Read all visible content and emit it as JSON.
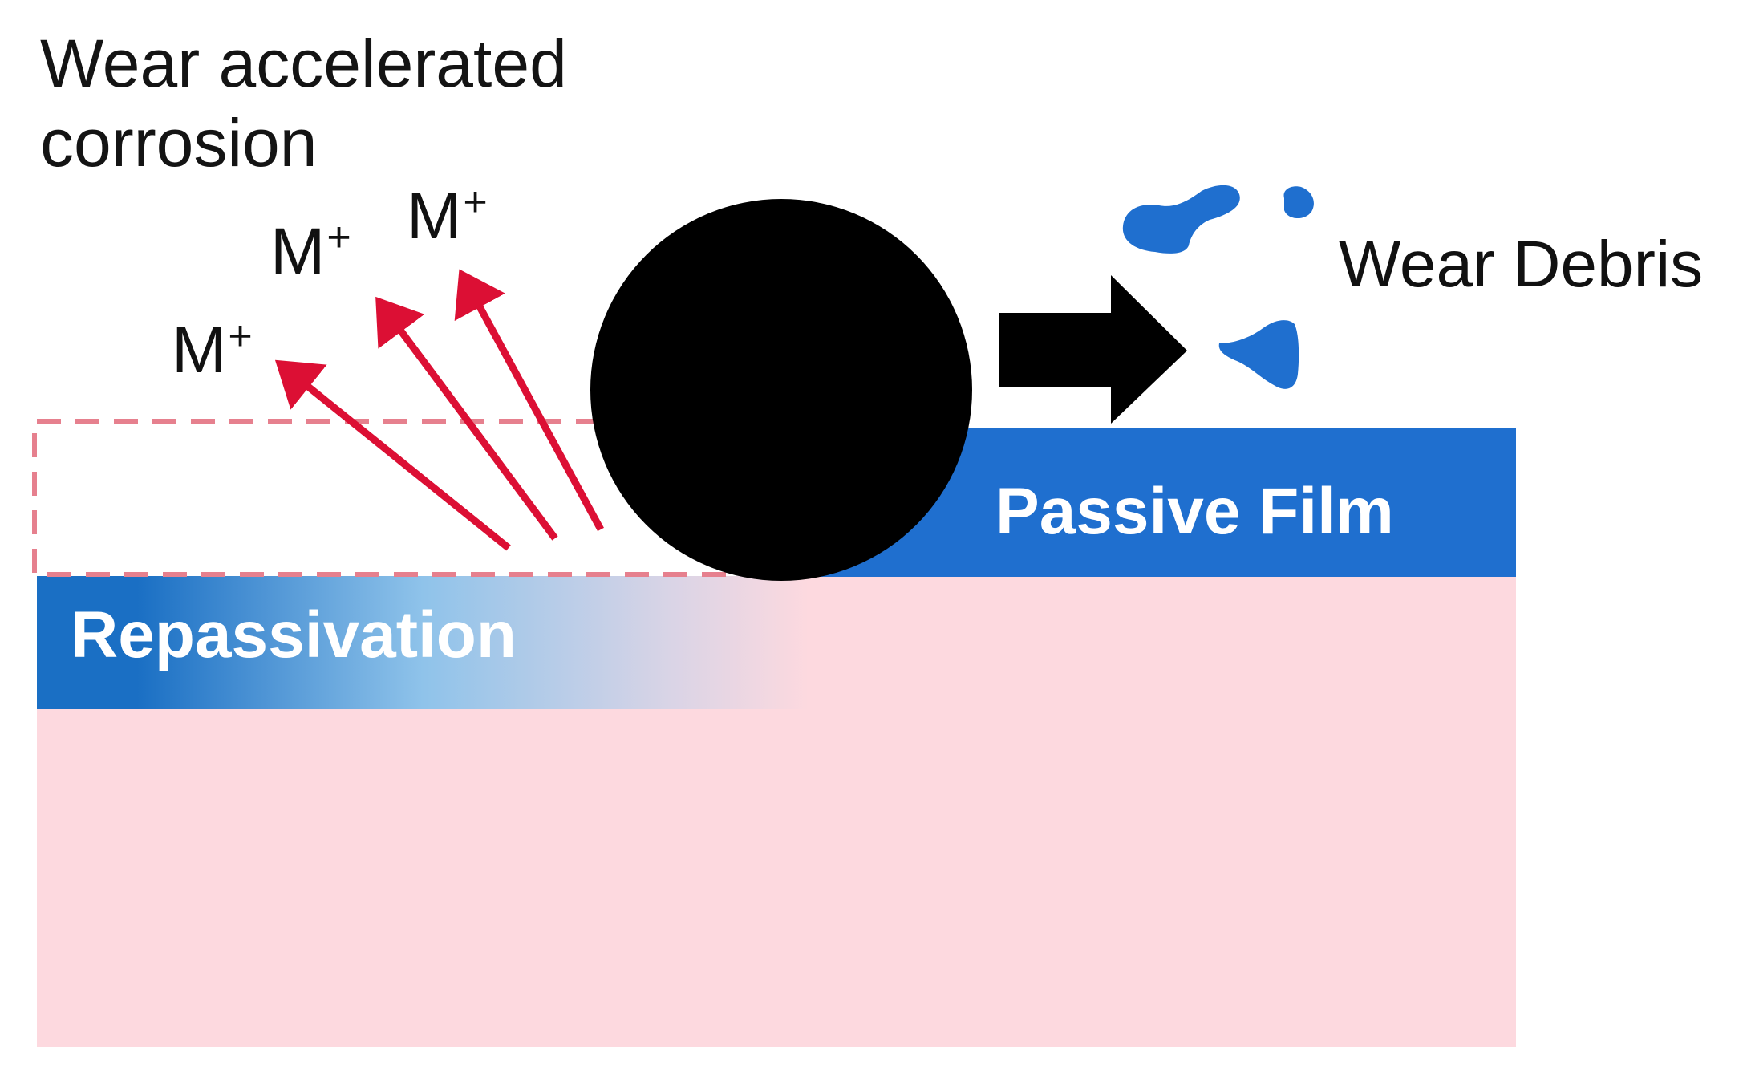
{
  "title": "Wear accelerated\ncorrosion",
  "ions": [
    {
      "label": "M",
      "charge": "+"
    },
    {
      "label": "M",
      "charge": "+"
    },
    {
      "label": "M",
      "charge": "+"
    }
  ],
  "wear_debris_label": "Wear Debris",
  "passive_film_label": "Passive Film",
  "repassivation_label": "Repassivation",
  "colors": {
    "substrate": "#fdd9df",
    "passive_film": "#1f6fcf",
    "repassivation_start": "#1a6fc4",
    "repassivation_mid": "#8fc3ea",
    "repassivation_end": "#fdd9df",
    "ball": "#000000",
    "motion_arrow": "#000000",
    "ion_arrow": "#dc0f34",
    "dashed_outline": "#e6808e",
    "debris": "#1f6fcf"
  }
}
